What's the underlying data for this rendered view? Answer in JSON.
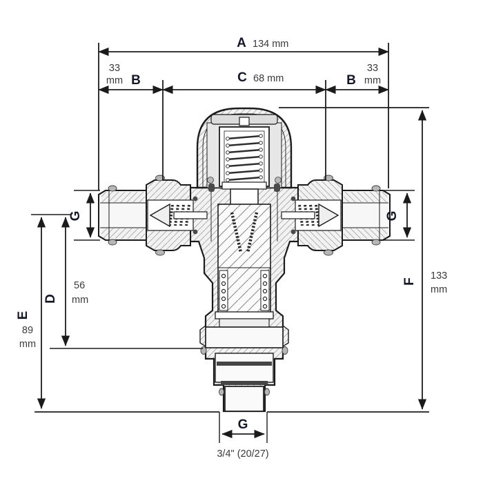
{
  "figure": {
    "units": "mm",
    "colors": {
      "dimension_label": "#141824",
      "dimension_value": "#3a3a3a",
      "line": "#1b1b1b",
      "metal_fill": "#f2f2f2",
      "background": "#ffffff"
    }
  },
  "dims": {
    "A": {
      "label": "A",
      "value": "134 mm"
    },
    "B_left": {
      "label": "B",
      "value1": "33",
      "value2": "mm"
    },
    "C": {
      "label": "C",
      "value": "68 mm"
    },
    "B_right": {
      "label": "B",
      "value1": "33",
      "value2": "mm"
    },
    "D": {
      "label": "D",
      "value1": "56",
      "value2": "mm"
    },
    "E": {
      "label": "E",
      "value1": "89",
      "value2": "mm"
    },
    "F": {
      "label": "F",
      "value1": "133",
      "value2": "mm"
    },
    "G_left": {
      "label": "G"
    },
    "G_right": {
      "label": "G"
    },
    "G_bottom": {
      "label": "G",
      "thread": "3/4\" (20/27)"
    }
  }
}
